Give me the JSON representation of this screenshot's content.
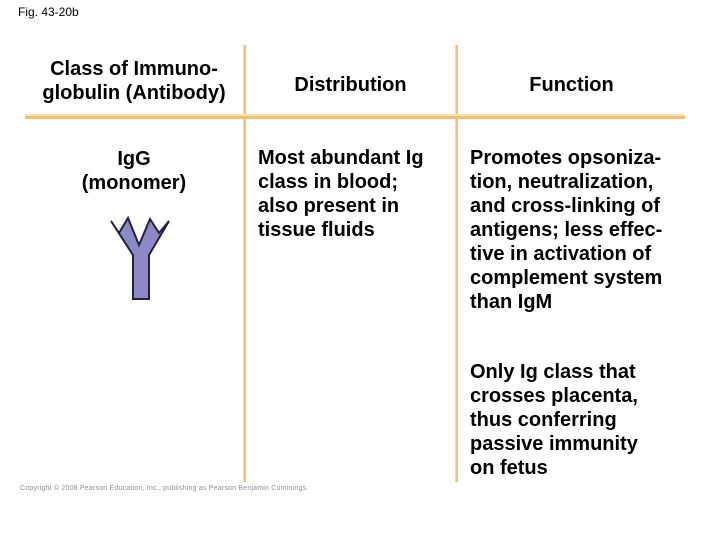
{
  "figure_label": "Fig. 43-20b",
  "colors": {
    "table_line": "#f1bf6d",
    "antibody_fill": "#8d89c7",
    "antibody_stroke": "#22223f",
    "copyright_gray": "#8f8f8f"
  },
  "table": {
    "headers": {
      "class_col": "Class of Immuno-\nglobulin (Antibody)",
      "distribution_col": "Distribution",
      "function_col": "Function"
    },
    "row_igg": {
      "class_label": "IgG\n(monomer)",
      "icon": "igg-monomer-antibody-y-icon",
      "distribution": "Most abundant Ig\nclass in blood;\nalso present in\ntissue fluids",
      "function_primary": "Promotes opsoniza-\ntion, neutralization,\nand cross-linking of\nantigens; less effec-\ntive in activation of\ncomplement system\nthan IgM",
      "function_secondary": "Only Ig class that\ncrosses placenta,\nthus conferring\npassive immunity\non fetus"
    }
  },
  "footer": {
    "copyright": "Copyright © 2008 Pearson Education, Inc., publishing as Pearson Benjamin Cummings."
  }
}
